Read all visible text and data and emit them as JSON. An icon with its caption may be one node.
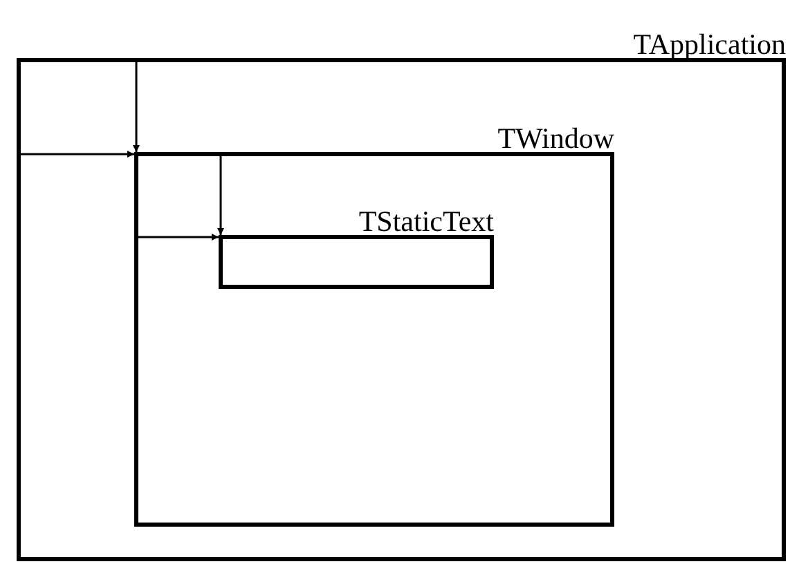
{
  "diagram": {
    "nodes": [
      {
        "text": [
          "TApplication"
        ]
      },
      {
        "text": [
          "TWindow"
        ],
        "in": 0
      },
      {
        "text": [
          "TStaticText"
        ],
        "in": 1
      }
    ],
    "edges": [
      {
        "from": 0,
        "to": 1,
        "arrow": "to"
      },
      {
        "from": 0,
        "to": 1,
        "arrow": "to"
      },
      {
        "from": 1,
        "to": 2,
        "arrow": "to"
      },
      {
        "from": 1,
        "to": 2,
        "arrow": "to"
      }
    ]
  }
}
